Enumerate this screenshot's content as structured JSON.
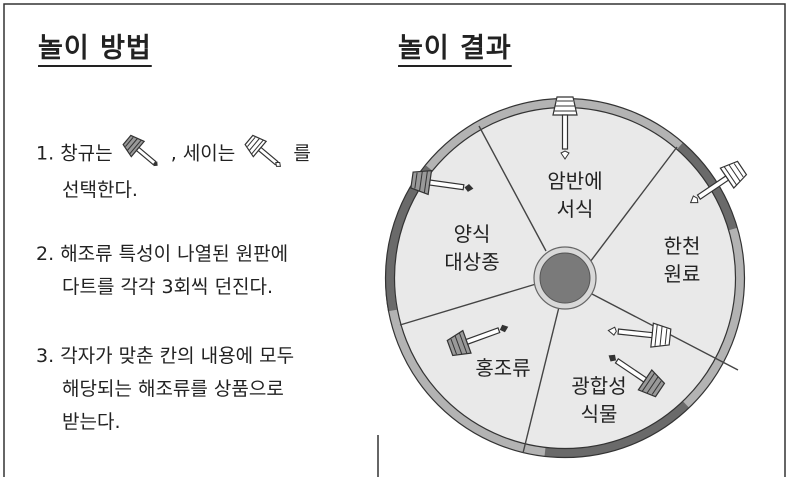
{
  "left_panel": {
    "heading": "놀이 방법",
    "steps": [
      {
        "num": "1.",
        "part_a": "창규는",
        "part_b": ", 세이는",
        "part_c": "를",
        "line2": "선택한다."
      },
      {
        "num": "2.",
        "line1": "해조류 특성이 나열된 원판에",
        "line2": "다트를 각각 3회씩 던진다."
      },
      {
        "num": "3.",
        "line1": "각자가 맞춘 칸의 내용에 모두",
        "line2": "해당되는 해조류를 상품으로",
        "line3": "받는다."
      }
    ],
    "dart_icons": [
      "dart-star-icon",
      "dart-diamond-icon"
    ]
  },
  "right_panel": {
    "heading": "놀이 결과",
    "sectors": [
      {
        "line1": "암반에",
        "line2": "서식"
      },
      {
        "line1": "한천",
        "line2": "원료"
      },
      {
        "line1": "광합성",
        "line2": "식물"
      },
      {
        "line1": "홍조류",
        "line2": ""
      },
      {
        "line1": "양식",
        "line2": "대상종"
      }
    ]
  },
  "colors": {
    "board_fill": "#e9e9e9",
    "rim_light": "#b3b3b3",
    "rim_dark": "#6a6a6a",
    "hub": "#7a7a7a",
    "border": "#333333"
  }
}
